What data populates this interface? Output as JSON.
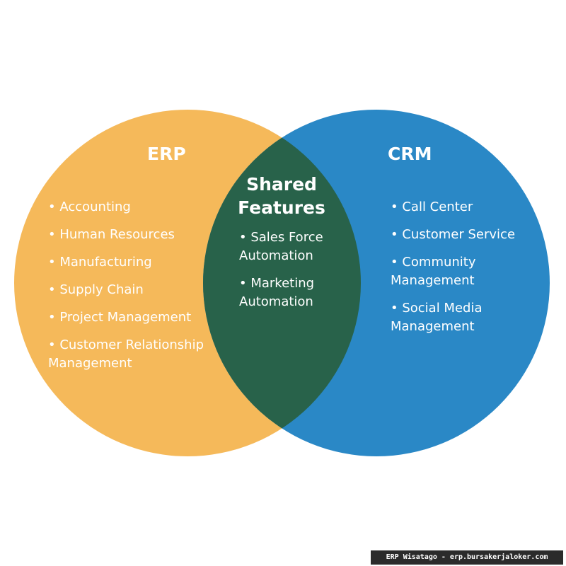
{
  "colors": {
    "erp_circle": "#f5b95a",
    "crm_circle": "#2a88c6",
    "overlap": "#28624a",
    "text": "#ffffff",
    "watermark_bg": "#2b2b2b"
  },
  "erp": {
    "title": "ERP",
    "items": [
      "• Accounting",
      "• Human Resources",
      "• Manufacturing",
      "• Supply Chain",
      "• Project Management",
      "• Customer Relationship Management"
    ]
  },
  "shared": {
    "title_line1": "Shared",
    "title_line2": "Features",
    "items": [
      "• Sales Force Automation",
      "• Marketing Automation"
    ]
  },
  "crm": {
    "title": "CRM",
    "items": [
      "• Call Center",
      "• Customer Service",
      "• Community Management",
      "• Social Media Management"
    ]
  },
  "watermark": "ERP Wisatago - erp.bursakerjaloker.com"
}
